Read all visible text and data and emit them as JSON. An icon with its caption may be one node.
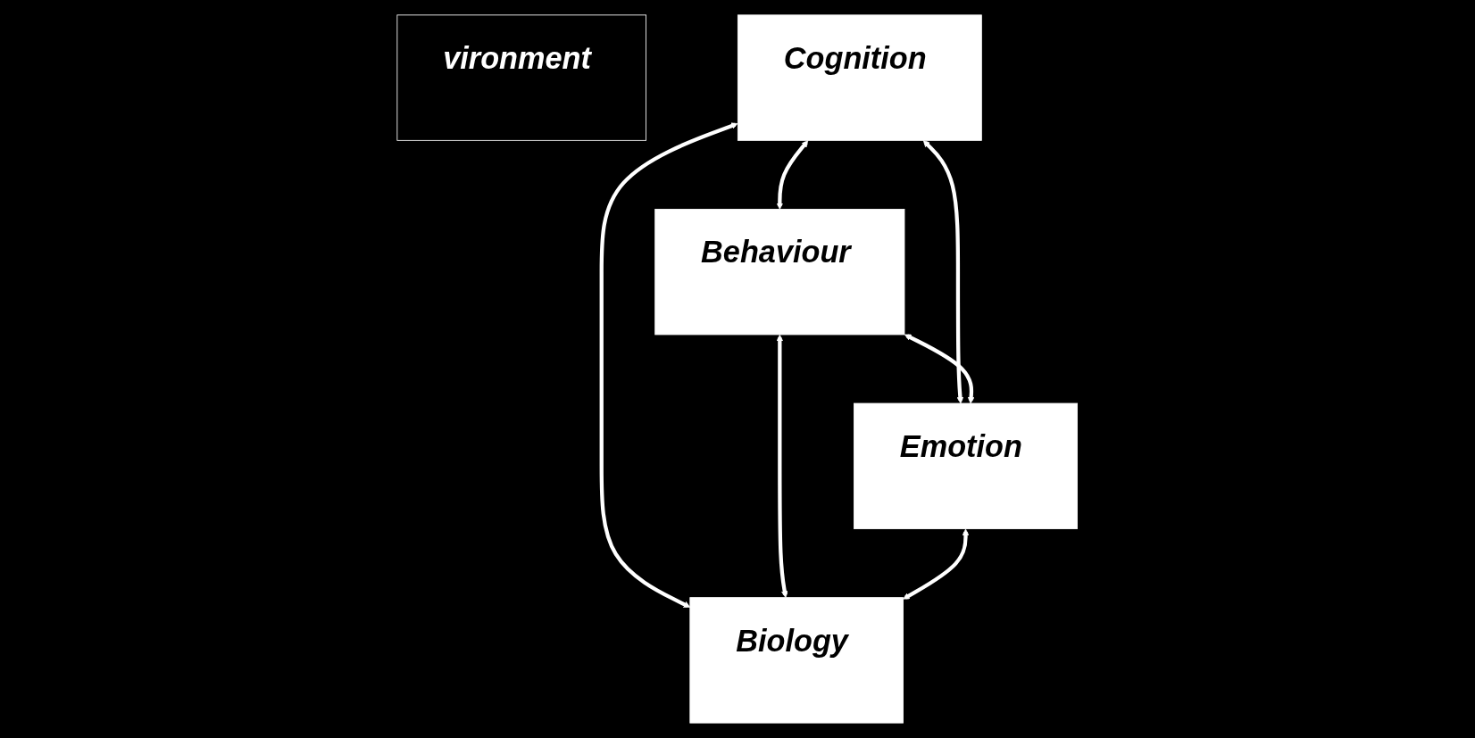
{
  "diagram": {
    "nodes": [
      {
        "text": [
          "vironment"
        ]
      },
      {
        "text": [
          "Cognition"
        ]
      },
      {
        "text": [
          "Behaviour"
        ]
      },
      {
        "text": [
          "Emotion"
        ]
      },
      {
        "text": [
          "Biology"
        ]
      }
    ],
    "edges": [
      {
        "from": 1,
        "to": 2,
        "arrow": "both"
      },
      {
        "from": 1,
        "to": 3,
        "arrow": "both"
      },
      {
        "from": 2,
        "to": 3,
        "arrow": "both"
      },
      {
        "from": 1,
        "to": 4,
        "arrow": "both"
      },
      {
        "from": 2,
        "to": 4,
        "arrow": "both"
      },
      {
        "from": 3,
        "to": 4,
        "arrow": "both"
      }
    ]
  }
}
